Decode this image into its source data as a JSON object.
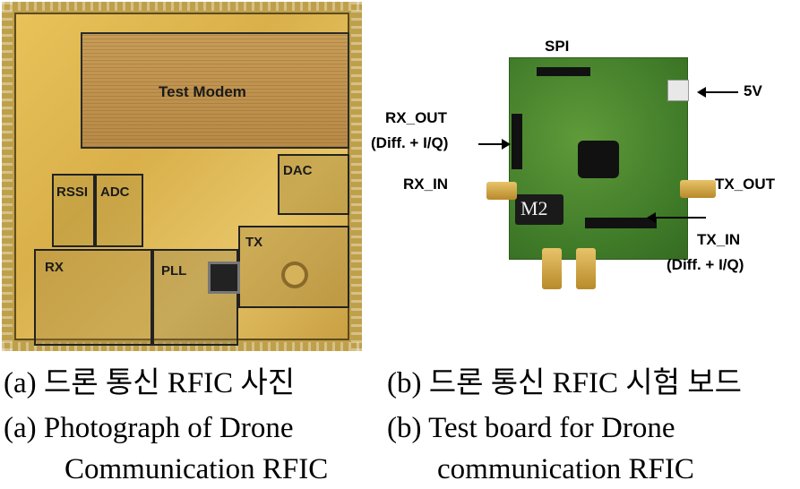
{
  "panel_a": {
    "blocks": {
      "test_modem": "Test Modem",
      "rssi": "RSSI",
      "adc": "ADC",
      "dac": "DAC",
      "rx": "RX",
      "pll": "PLL",
      "tx": "TX"
    }
  },
  "panel_b": {
    "labels": {
      "spi": "SPI",
      "five_v": "5V",
      "rx_out": "RX_OUT",
      "rx_out_sub": "(Diff. + I/Q)",
      "rx_in": "RX_IN",
      "tx_out": "TX_OUT",
      "tx_in": "TX_IN",
      "tx_in_sub": "(Diff. + I/Q)",
      "board_mark": "M2"
    }
  },
  "captions": {
    "a_korean": "(a) 드론 통신 RFIC 사진",
    "b_korean": "(b) 드론 통신 RFIC 시험 보드",
    "a_en_1": "(a) Photograph of Drone",
    "a_en_2": "Communication RFIC",
    "b_en_1": "(b) Test board for Drone",
    "b_en_2": "communication RFIC"
  }
}
